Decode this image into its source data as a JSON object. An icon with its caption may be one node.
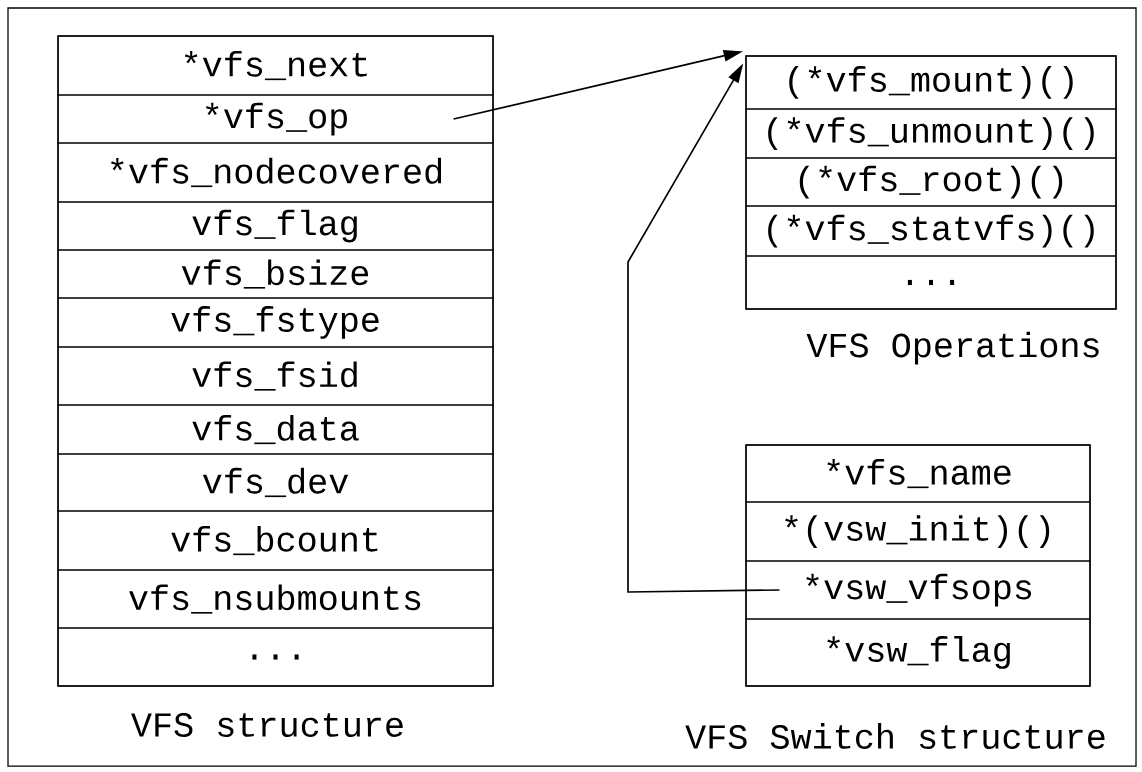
{
  "diagram": {
    "nodes": [
      {
        "text": [
          "VFS structure"
        ]
      },
      {
        "text": [
          "*vfs_next"
        ],
        "in": 0
      },
      {
        "text": [
          "*vfs_op"
        ],
        "in": 0
      },
      {
        "text": [
          "*vfs_nodecovered"
        ],
        "in": 0
      },
      {
        "text": [
          "vfs_flag"
        ],
        "in": 0
      },
      {
        "text": [
          "vfs_bsize"
        ],
        "in": 0
      },
      {
        "text": [
          "vfs_fstype"
        ],
        "in": 0
      },
      {
        "text": [
          "vfs_fsid"
        ],
        "in": 0
      },
      {
        "text": [
          "vfs_data"
        ],
        "in": 0
      },
      {
        "text": [
          "vfs_dev"
        ],
        "in": 0
      },
      {
        "text": [
          "vfs_bcount"
        ],
        "in": 0
      },
      {
        "text": [
          "vfs_nsubmounts"
        ],
        "in": 0
      },
      {
        "text": [
          "..."
        ],
        "in": 0
      },
      {
        "text": [
          "VFS Operations"
        ]
      },
      {
        "text": [
          "(*vfs_mount)()"
        ],
        "in": 13
      },
      {
        "text": [
          "(*vfs_unmount)()"
        ],
        "in": 13
      },
      {
        "text": [
          "(*vfs_root)()"
        ],
        "in": 13
      },
      {
        "text": [
          "(*vfs_statvfs)()"
        ],
        "in": 13
      },
      {
        "text": [
          "..."
        ],
        "in": 13
      },
      {
        "text": [
          "VFS Switch structure"
        ]
      },
      {
        "text": [
          "*vfs_name"
        ],
        "in": 19
      },
      {
        "text": [
          "*(vsw_init)()"
        ],
        "in": 19
      },
      {
        "text": [
          "*vsw_vfsops"
        ],
        "in": 19
      },
      {
        "text": [
          "*vsw_flag"
        ],
        "in": 19
      }
    ],
    "edges": [
      {
        "from": 2,
        "to": 13,
        "arrow": "to"
      },
      {
        "from": 22,
        "to": 13,
        "arrow": "to"
      }
    ]
  }
}
